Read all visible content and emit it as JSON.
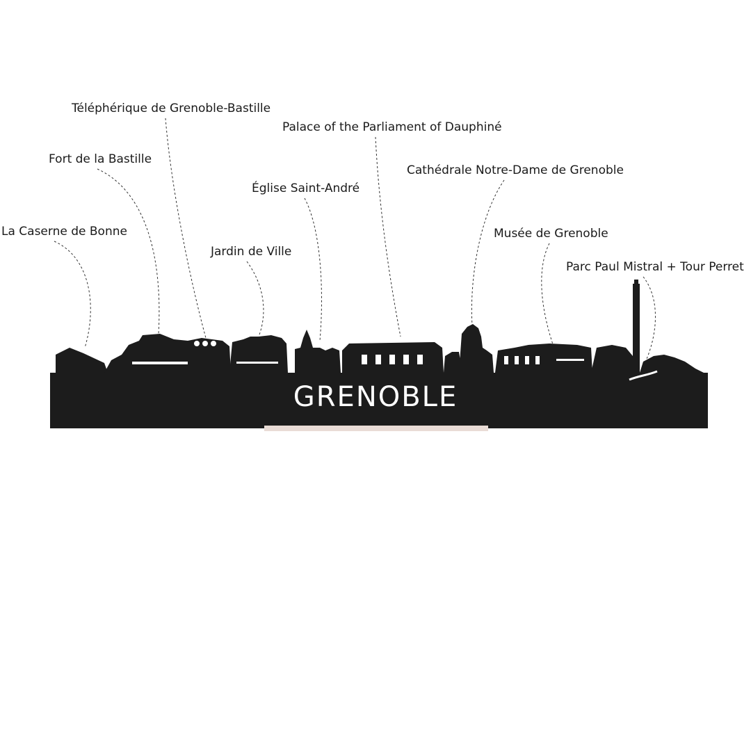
{
  "city_name": "GRENOBLE",
  "colors": {
    "silhouette": "#1c1c1c",
    "cutout": "#ffffff",
    "stand": "#e9dcd6"
  },
  "landmarks": [
    {
      "id": "caserne",
      "label": "La Caserne de Bonne"
    },
    {
      "id": "bastille",
      "label": "Fort de la Bastille"
    },
    {
      "id": "telepherique",
      "label": "Téléphérique de Grenoble-Bastille"
    },
    {
      "id": "jardin",
      "label": "Jardin de Ville"
    },
    {
      "id": "eglise",
      "label": "Église Saint-André"
    },
    {
      "id": "palace",
      "label": "Palace of the Parliament of Dauphiné"
    },
    {
      "id": "cathedrale",
      "label": "Cathédrale Notre-Dame de Grenoble"
    },
    {
      "id": "musee",
      "label": "Musée de Grenoble"
    },
    {
      "id": "parc",
      "label": "Parc Paul Mistral + Tour Perret"
    }
  ]
}
